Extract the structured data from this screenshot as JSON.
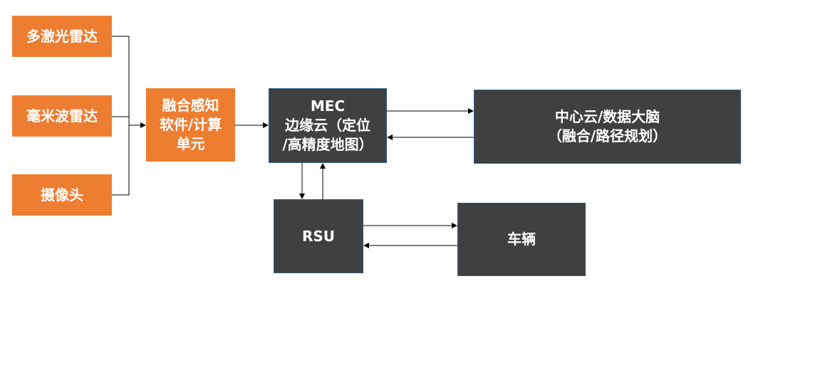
{
  "nodes": {
    "lidar": "多激光雷达",
    "radar": "毫米波雷达",
    "camera": "摄像头",
    "fusion": "融合感知\n软件/计算\n单元",
    "mec": "MEC\n边缘云（定位\n/高精度地图）",
    "cloud": "中心云/数据大脑\n（融合/路径规划）",
    "rsu": "RSU",
    "vehicle": "车辆"
  },
  "colors": {
    "sensor_fill": "#ed7d31",
    "server_fill": "#404040",
    "server_border": "#2b5a8a",
    "arrow": "#000000"
  }
}
